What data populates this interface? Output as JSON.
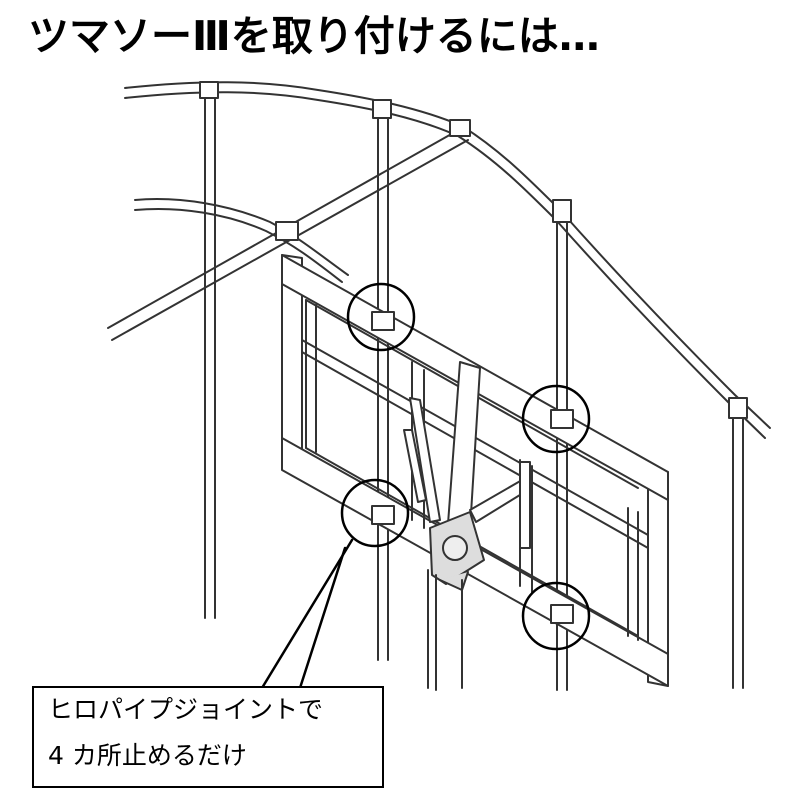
{
  "title": "ツマソーⅢを取り付けるには…",
  "callout": {
    "line1": "ヒロパイプジョイントで",
    "line2": "4 カ所止めるだけ"
  },
  "colors": {
    "ink": "#000000",
    "line": "#3a3a3a",
    "background": "#ffffff"
  }
}
